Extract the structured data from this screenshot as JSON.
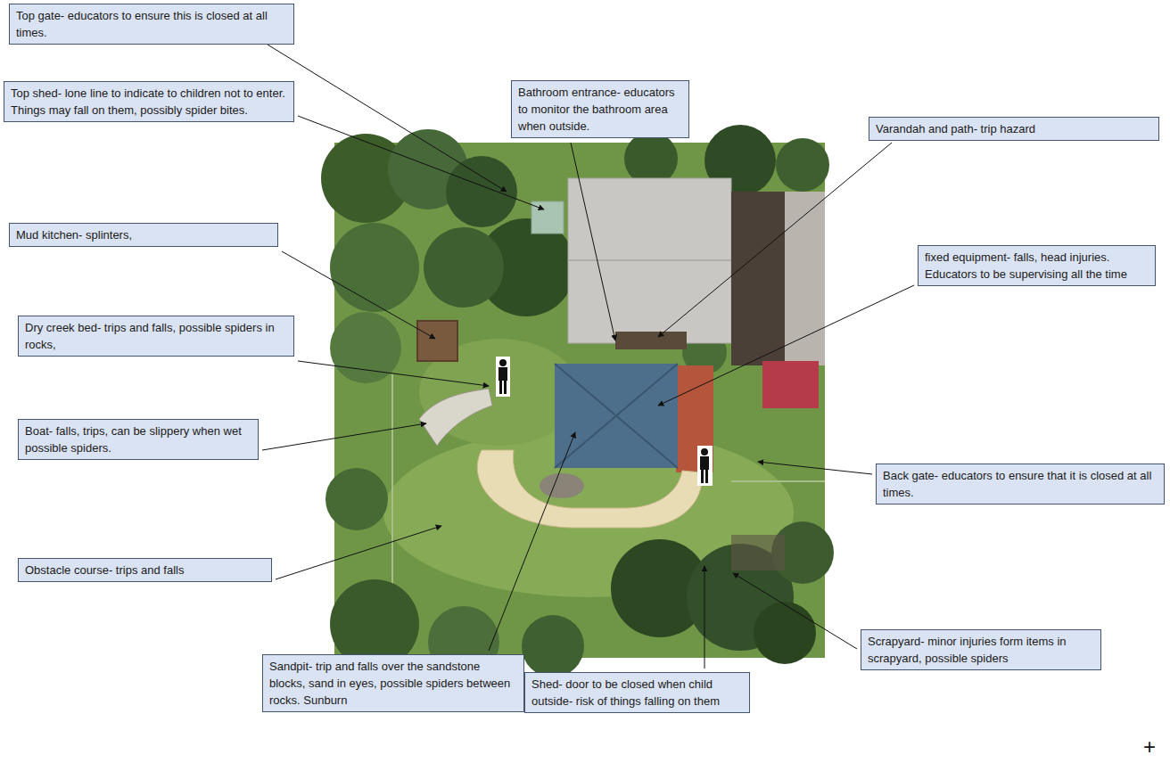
{
  "diagram": {
    "nodes": [
      {
        "text": [
          "Top gate- educators to ensure this is closed at all times."
        ]
      },
      {
        "text": [
          "Bathroom entrance- educators to monitor the bathroom area when outside."
        ]
      },
      {
        "text": [
          "Varandah and path- trip hazard"
        ]
      },
      {
        "text": [
          "Top shed- lone line to indicate to children not to enter. Things may fall on them, possibly spider bites."
        ]
      },
      {
        "text": [
          "Mud kitchen- splinters,"
        ]
      },
      {
        "text": [
          "fixed equipment- falls, head injuries. Educators to be supervising all the time"
        ]
      },
      {
        "text": [
          "Dry creek bed- trips and falls, possible spiders in rocks,"
        ]
      },
      {
        "text": [
          "Boat- falls, trips, can be slippery when wet possible spiders."
        ]
      },
      {
        "text": [
          "Back gate- educators to ensure that it is closed at all times."
        ]
      },
      {
        "text": [
          "Obstacle course- trips and falls"
        ]
      },
      {
        "text": [
          "Sandpit- trip and falls over the sandstone blocks, sand in eyes, possible spiders between rocks. Sunburn"
        ]
      },
      {
        "text": [
          "Scrapyard- minor injuries form items in scrapyard, possible spiders"
        ]
      },
      {
        "text": [
          "Shed- door to be closed when child outside- risk of things falling on them"
        ]
      }
    ],
    "labels": [
      "+"
    ]
  }
}
